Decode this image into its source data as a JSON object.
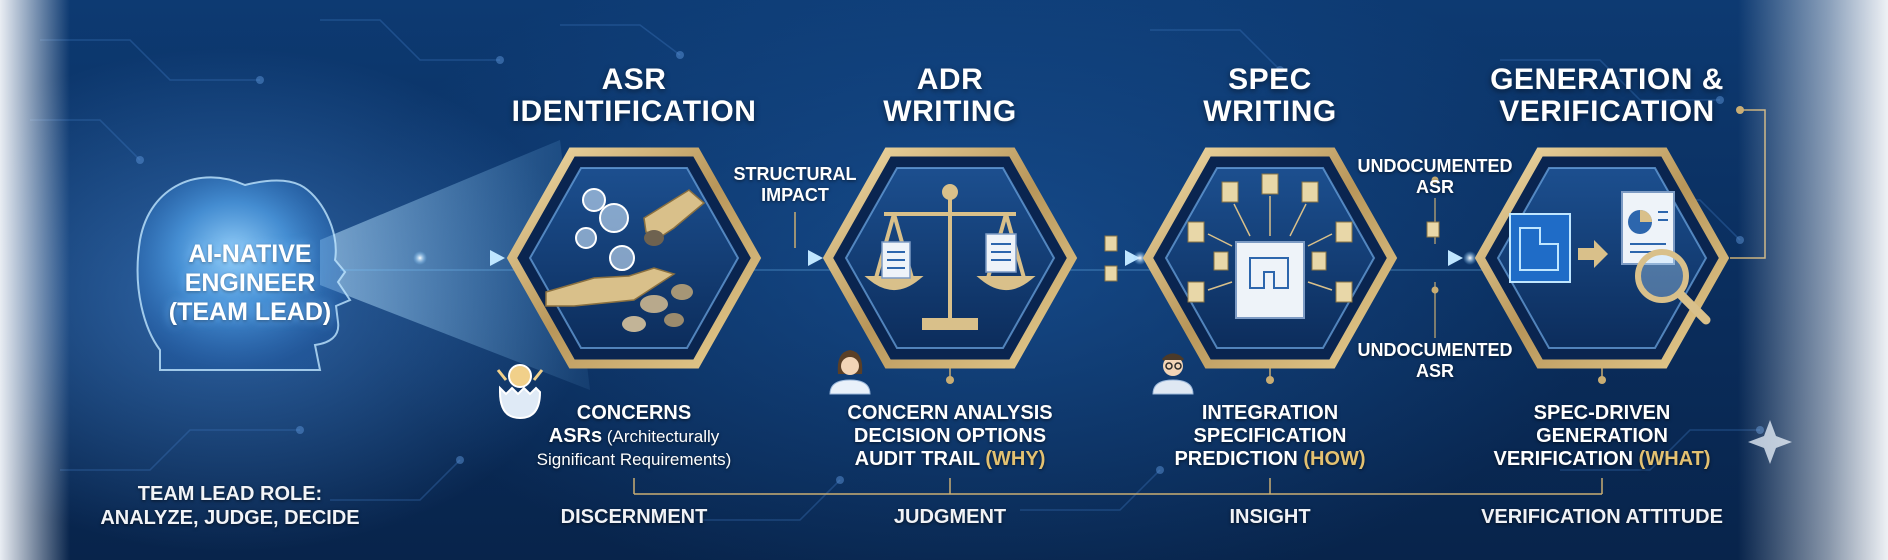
{
  "engineer": {
    "line1": "AI-NATIVE",
    "line2": "ENGINEER",
    "line3": "(TEAM LEAD)"
  },
  "team_role": {
    "line1": "TEAM LEAD ROLE:",
    "line2": "ANALYZE, JUDGE, DECIDE"
  },
  "stages": [
    {
      "title_line1": "ASR",
      "title_line2": "IDENTIFICATION",
      "desc_line1": "CONCERNS",
      "desc_line2_bold": "ASRs",
      "desc_line2_rest": " (Architecturally",
      "desc_line3": "Significant Requirements)",
      "trait": "DISCERNMENT",
      "icon": "hand-sorting-stones-icon",
      "person_icon": "hatching-chick-icon"
    },
    {
      "title_line1": "ADR",
      "title_line2": "WRITING",
      "desc_line1": "CONCERN ANALYSIS",
      "desc_line2": "DECISION OPTIONS",
      "desc_line3_main": "AUDIT TRAIL ",
      "desc_line3_accent": "(WHY)",
      "trait": "JUDGMENT",
      "icon": "balance-scale-icon",
      "person_icon": "woman-engineer-icon"
    },
    {
      "title_line1": "SPEC",
      "title_line2": "WRITING",
      "desc_line1": "INTEGRATION",
      "desc_line2": "SPECIFICATION",
      "desc_line3_main": "PREDICTION ",
      "desc_line3_accent": "(HOW)",
      "trait": "INSIGHT",
      "icon": "documents-converging-icon",
      "person_icon": "man-with-glasses-icon"
    },
    {
      "title_line1": "GENERATION &",
      "title_line2": "VERIFICATION",
      "desc_line1": "SPEC-DRIVEN",
      "desc_line2": "GENERATION",
      "desc_line3_main": "VERIFICATION ",
      "desc_line3_accent": "(WHAT)",
      "trait": "VERIFICATION ATTITUDE",
      "icon": "blueprint-magnifier-icon"
    }
  ],
  "connectors": {
    "structural_impact_line1": "STRUCTURAL",
    "structural_impact_line2": "IMPACT",
    "undocumented_top_line1": "UNDOCUMENTED",
    "undocumented_top_line2": "ASR",
    "undocumented_bottom_line1": "UNDOCUMENTED",
    "undocumented_bottom_line2": "ASR"
  },
  "colors": {
    "background": "#0b2a55",
    "gold": "#c9ad73",
    "accent_gold": "#e3c171",
    "glow": "#7cc6ff"
  }
}
